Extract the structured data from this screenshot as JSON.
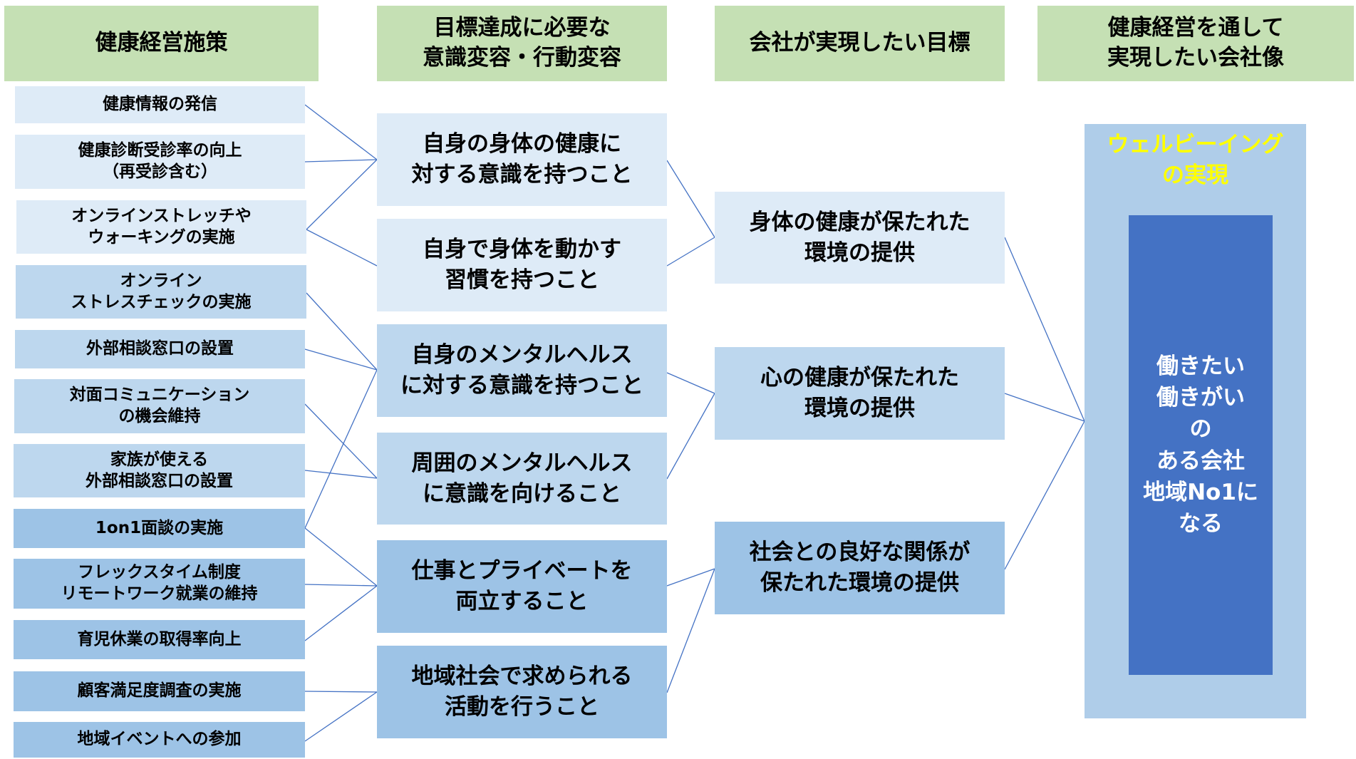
{
  "headers": [
    {
      "id": "h1",
      "label": "健康経営施策"
    },
    {
      "id": "h2",
      "label": "目標達成に必要な\n意識変容・行動変容"
    },
    {
      "id": "h3",
      "label": "会社が実現したい目標"
    },
    {
      "id": "h4",
      "label": "健康経営を通して\n実現したい会社像"
    }
  ],
  "measures": [
    {
      "id": "L1",
      "label": "健康情報の発信"
    },
    {
      "id": "L2",
      "label": "健康診断受診率の向上\n（再受診含む）"
    },
    {
      "id": "L3",
      "label": "オンラインストレッチや\nウォーキングの実施"
    },
    {
      "id": "L4",
      "label": "オンライン\nストレスチェックの実施"
    },
    {
      "id": "L5",
      "label": "外部相談窓口の設置"
    },
    {
      "id": "L6",
      "label": "対面コミュニケーション\nの機会維持"
    },
    {
      "id": "L7",
      "label": "家族が使える\n外部相談窓口の設置"
    },
    {
      "id": "L8",
      "label": "1on1面談の実施"
    },
    {
      "id": "L9",
      "label": "フレックスタイム制度\nリモートワーク就業の維持"
    },
    {
      "id": "L10",
      "label": "育児休業の取得率向上"
    },
    {
      "id": "L11",
      "label": "顧客満足度調査の実施"
    },
    {
      "id": "L12",
      "label": "地域イベントへの参加"
    }
  ],
  "behaviors": [
    {
      "id": "M1",
      "label": "自身の身体の健康に\n対する意識を持つこと"
    },
    {
      "id": "M2",
      "label": "自身で身体を動かす\n習慣を持つこと"
    },
    {
      "id": "M3",
      "label": "自身のメンタルヘルス\nに対する意識を持つこと"
    },
    {
      "id": "M4",
      "label": "周囲のメンタルヘルス\nに意識を向けること"
    },
    {
      "id": "M5",
      "label": "仕事とプライベートを\n両立すること"
    },
    {
      "id": "M6",
      "label": "地域社会で求められる\n活動を行うこと"
    }
  ],
  "goals": [
    {
      "id": "G1",
      "label": "身体の健康が保たれた\n環境の提供"
    },
    {
      "id": "G2",
      "label": "心の健康が保たれた\n環境の提供"
    },
    {
      "id": "G3",
      "label": "社会との良好な関係が\n保たれた環境の提供"
    }
  ],
  "vision": {
    "id": "V",
    "title": "ウェルビーイング\nの実現",
    "statement": "働きたい\n働きがい\nの\nある会社\n地域No1に\nなる"
  },
  "connections": [
    [
      "L1",
      "M1"
    ],
    [
      "L2",
      "M1"
    ],
    [
      "L3",
      "M1"
    ],
    [
      "L3",
      "M2"
    ],
    [
      "L4",
      "M3"
    ],
    [
      "L5",
      "M3"
    ],
    [
      "L8",
      "M3"
    ],
    [
      "L6",
      "M4"
    ],
    [
      "L7",
      "M4"
    ],
    [
      "L8",
      "M5"
    ],
    [
      "L9",
      "M5"
    ],
    [
      "L10",
      "M5"
    ],
    [
      "L11",
      "M6"
    ],
    [
      "L12",
      "M6"
    ],
    [
      "M1",
      "G1"
    ],
    [
      "M2",
      "G1"
    ],
    [
      "M3",
      "G2"
    ],
    [
      "M4",
      "G2"
    ],
    [
      "M5",
      "G3"
    ],
    [
      "M6",
      "G3"
    ],
    [
      "G1",
      "V"
    ],
    [
      "G2",
      "V"
    ],
    [
      "G3",
      "V"
    ]
  ],
  "colors": {
    "header": "#c5e0b4",
    "tier_light": "#deebf7",
    "tier_mid": "#bdd7ee",
    "tier_dark": "#9dc3e6",
    "connector": "#4472c4",
    "vision_outer": "#afcde9",
    "vision_inner": "#4472c4",
    "vision_title": "#ffff00"
  }
}
